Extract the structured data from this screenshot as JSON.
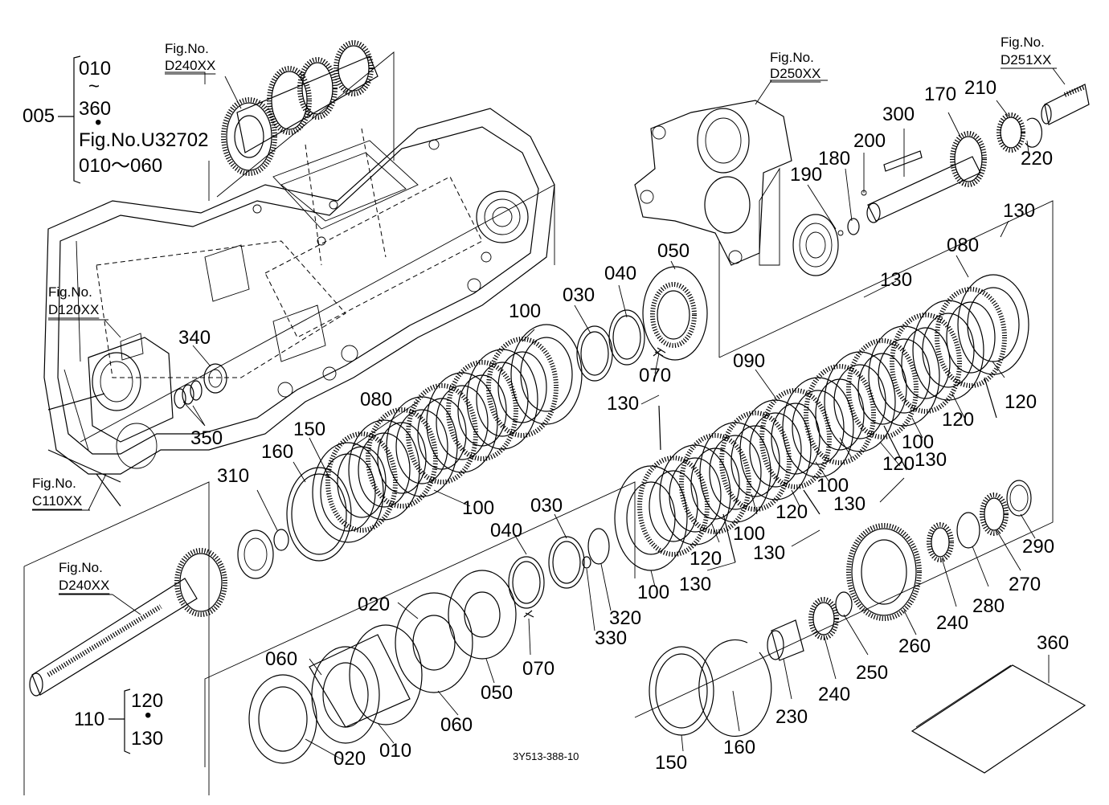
{
  "figure_refs": {
    "top_left": "D240XX",
    "top_mid": "D250XX",
    "top_right": "D251XX",
    "left_mid": "D120XX",
    "left_low": "C110XX",
    "shaft": "D240XX",
    "fig_prefix": "Fig.No."
  },
  "group_005": {
    "label": "005",
    "items": [
      "010",
      "~",
      "360",
      "•",
      "Fig.No.U32702",
      "010～060"
    ]
  },
  "group_110": {
    "label": "110",
    "items": [
      "120",
      "•",
      "130"
    ]
  },
  "drawing_code": "3Y513-388-10",
  "part_labels": {
    "p340": "340",
    "p350": "350",
    "p310": "310",
    "p160a": "160",
    "p150a": "150",
    "p080a": "080",
    "p100a": "100",
    "p100b": "100",
    "p030a": "030",
    "p040a": "040",
    "p050a": "050",
    "p070a": "070",
    "p130a": "130",
    "p090": "090",
    "p130b": "130",
    "p080b": "080",
    "p130c": "130",
    "p120a": "120",
    "p120b": "120",
    "p120c": "120",
    "p100c": "100",
    "p130d": "130",
    "p100d": "100",
    "p130e": "130",
    "p120d": "120",
    "p130f": "130",
    "p100e": "100",
    "p120e": "120",
    "p130g": "130",
    "p100f": "100",
    "p320": "320",
    "p330": "330",
    "p030b": "030",
    "p040b": "040",
    "p020a": "020",
    "p070b": "070",
    "p050b": "050",
    "p060a": "060",
    "p060b": "060",
    "p020b": "020",
    "p010": "010",
    "p170": "170",
    "p210": "210",
    "p300": "300",
    "p200": "200",
    "p180": "180",
    "p190": "190",
    "p220": "220",
    "p290": "290",
    "p270": "270",
    "p280": "280",
    "p240a": "240",
    "p260": "260",
    "p250": "250",
    "p240b": "240",
    "p230": "230",
    "p160b": "160",
    "p150b": "150",
    "p360": "360"
  }
}
